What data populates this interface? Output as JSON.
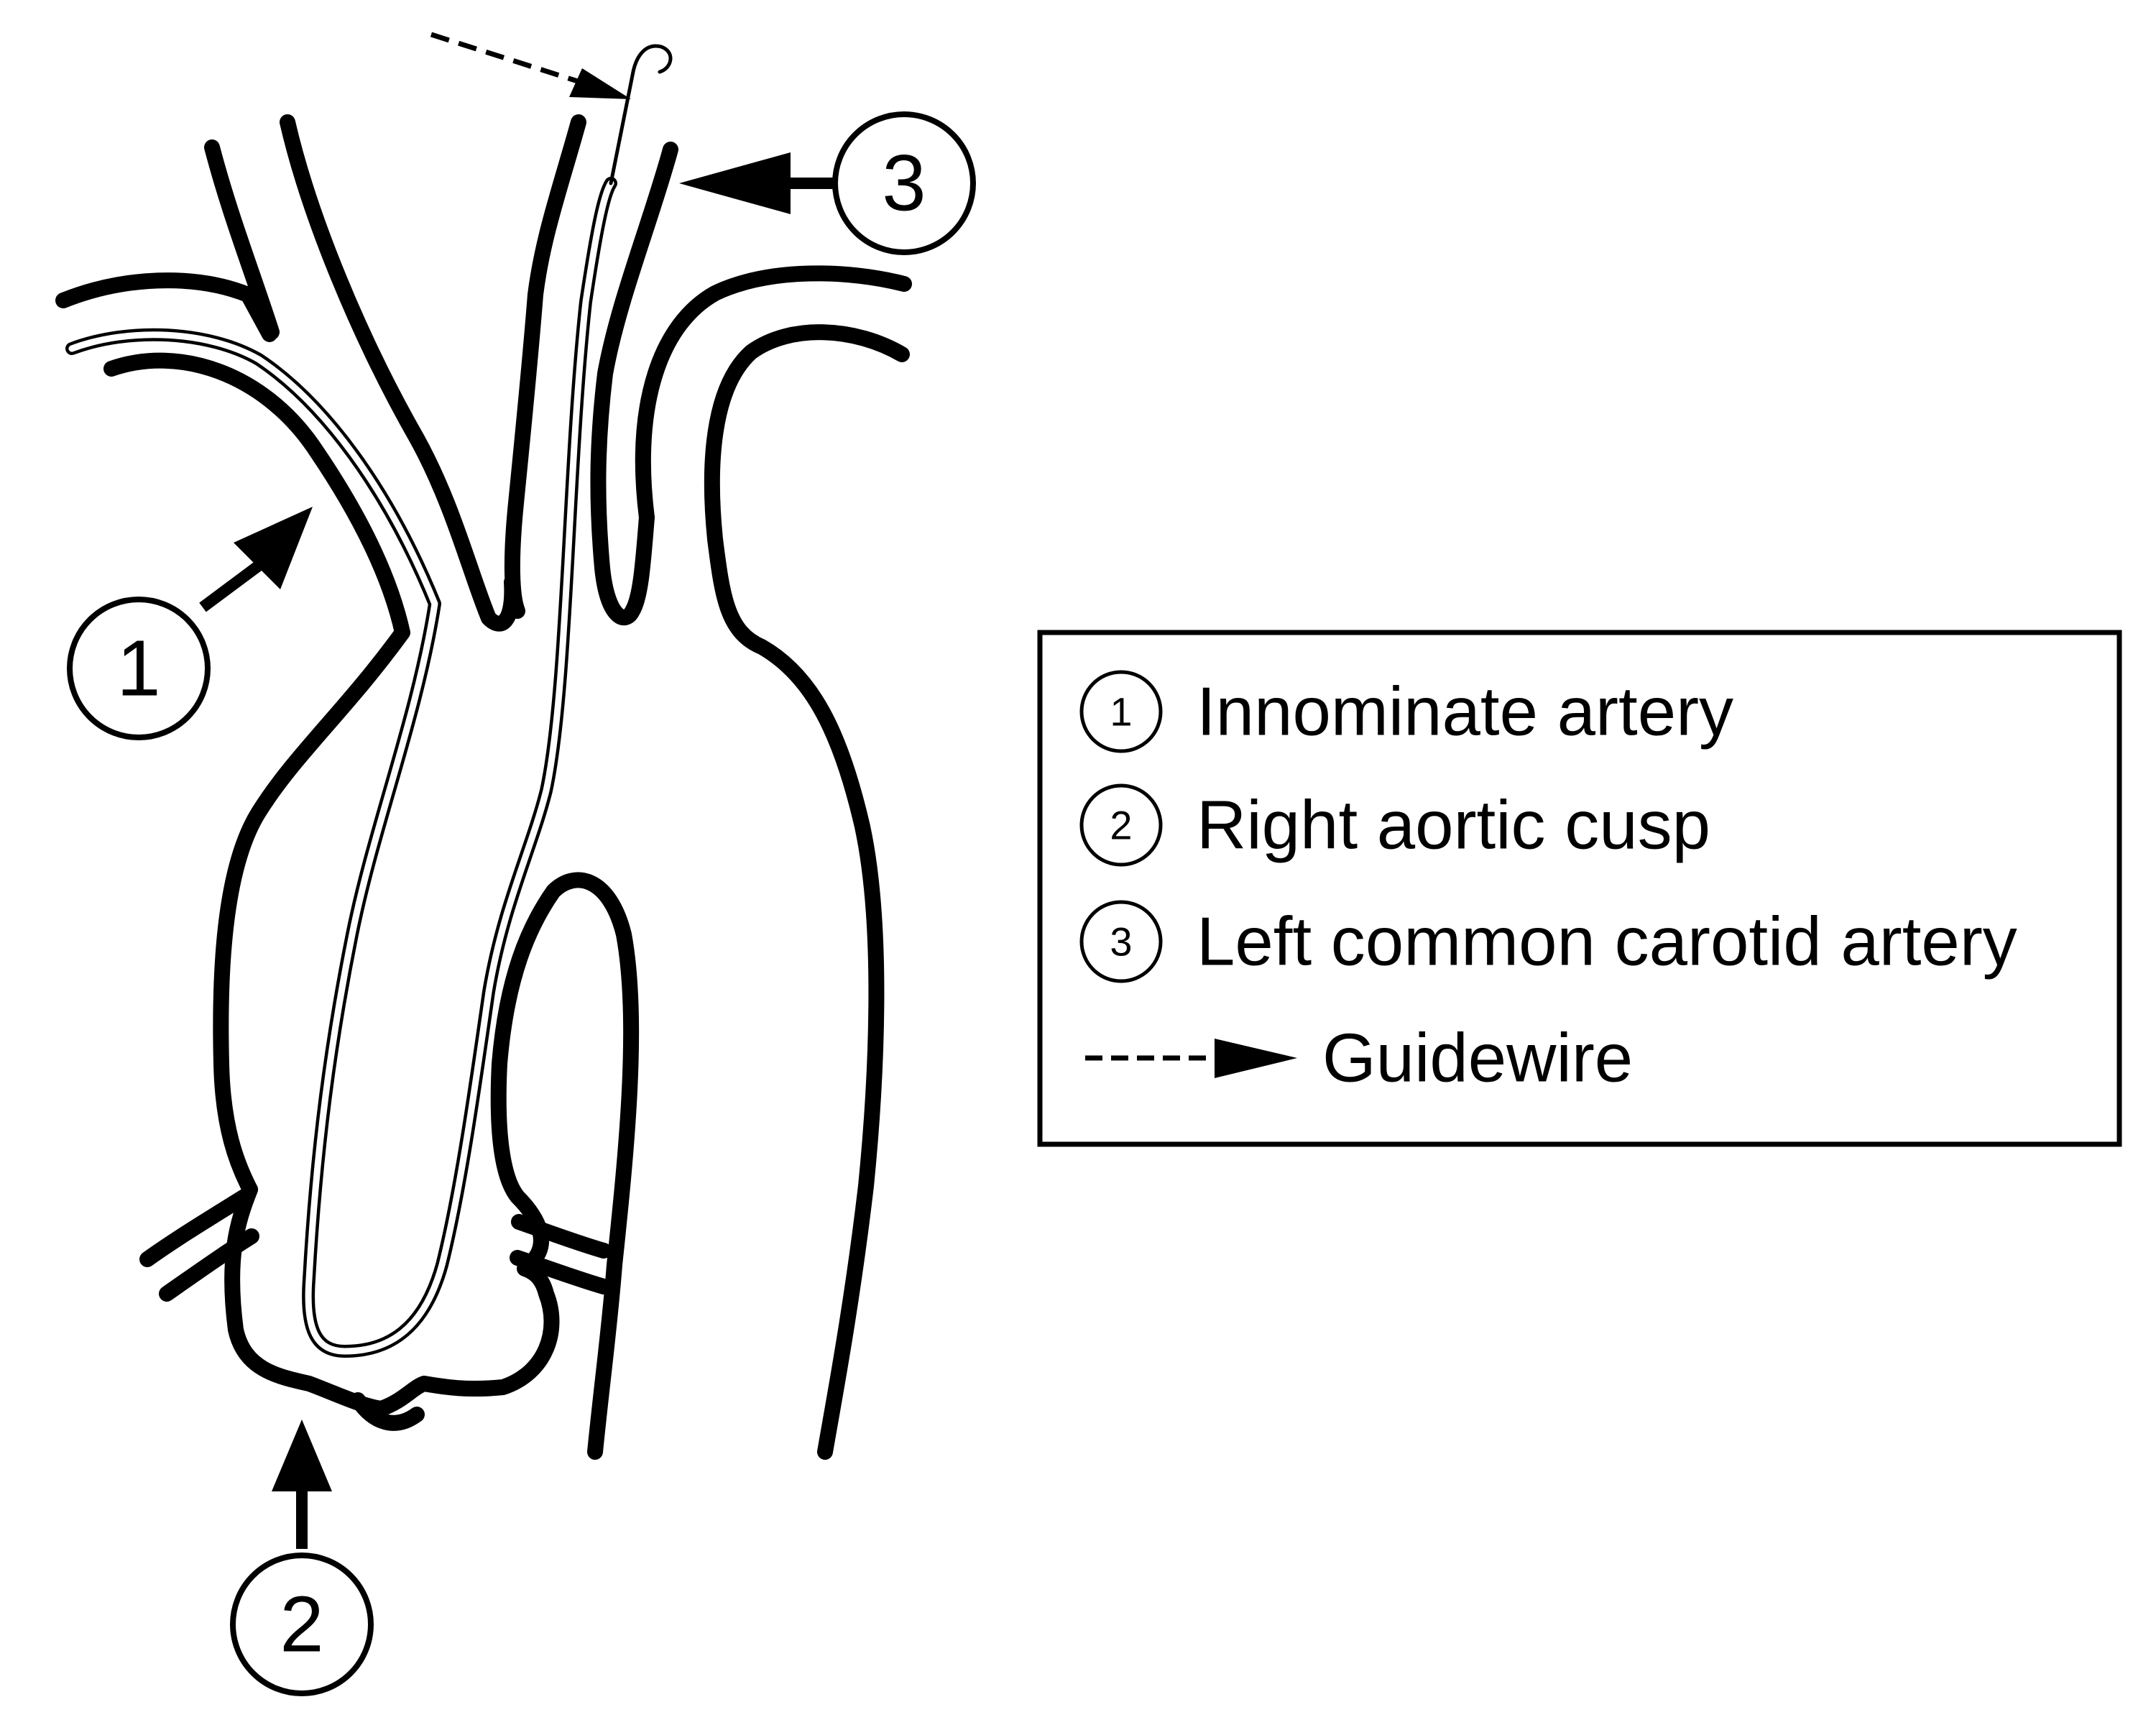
{
  "callouts": [
    {
      "number": "1"
    },
    {
      "number": "2"
    },
    {
      "number": "3"
    }
  ],
  "legend": {
    "items": [
      {
        "number": "1",
        "label": "Innominate artery"
      },
      {
        "number": "2",
        "label": "Right aortic cusp"
      },
      {
        "number": "3",
        "label": "Left common carotid artery"
      }
    ],
    "guidewire_label": "Guidewire"
  }
}
